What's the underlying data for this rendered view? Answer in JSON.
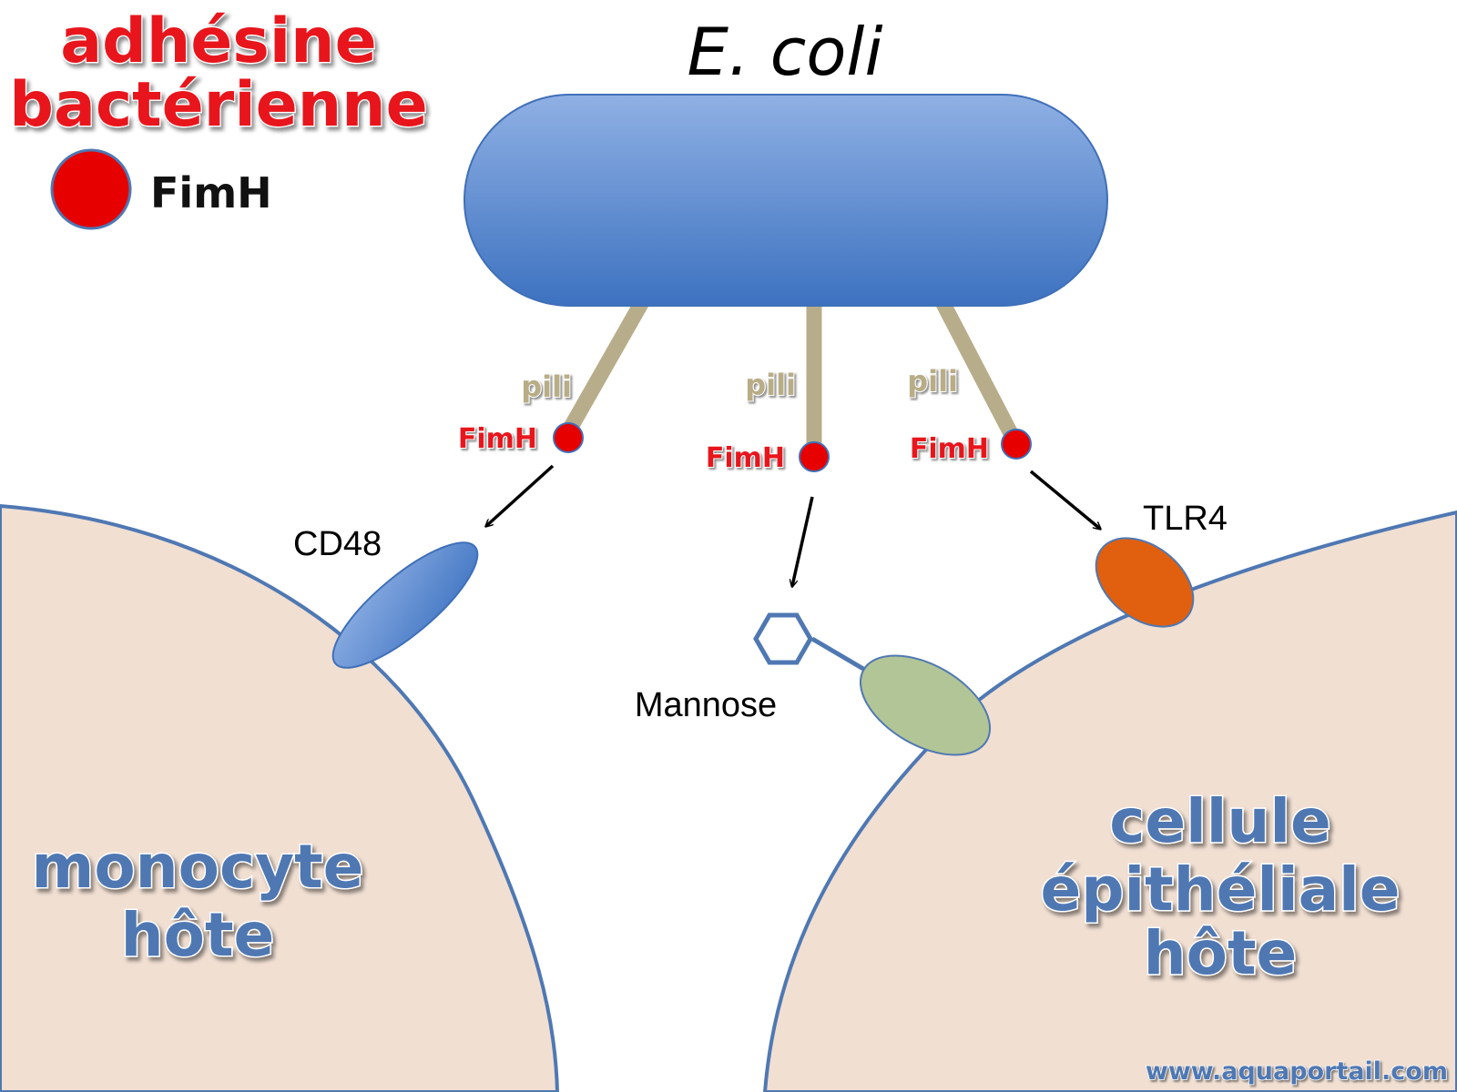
{
  "title": {
    "line1": "adhésine",
    "line2": "bactérienne"
  },
  "legend": {
    "label": "FimH",
    "marker_icon": "red-circle",
    "marker_color": "#e60000"
  },
  "bacterium": {
    "label": "E. coli",
    "color": "#5b88d0"
  },
  "pili": [
    {
      "label": "pili",
      "adhesin": "FimH"
    },
    {
      "label": "pili",
      "adhesin": "FimH"
    },
    {
      "label": "pili",
      "adhesin": "FimH"
    }
  ],
  "receptors": {
    "cd48": "CD48",
    "mannose": "Mannose",
    "tlr4": "TLR4"
  },
  "cells": {
    "monocyte": {
      "line1": "monocyte",
      "line2": "hôte"
    },
    "epithelial": {
      "line1": "cellule",
      "line2": "épithéliale",
      "line3": "hôte"
    }
  },
  "website": "www.aquaportail.com",
  "colors": {
    "cell_fill": "#f1dfd2",
    "cell_outline": "#4f78b3",
    "pili": "#b7ad8a",
    "fimh": "#e60000",
    "cd48": "#5b88d0",
    "tlr4": "#e06010",
    "mannose_receptor": "#b2c596"
  }
}
